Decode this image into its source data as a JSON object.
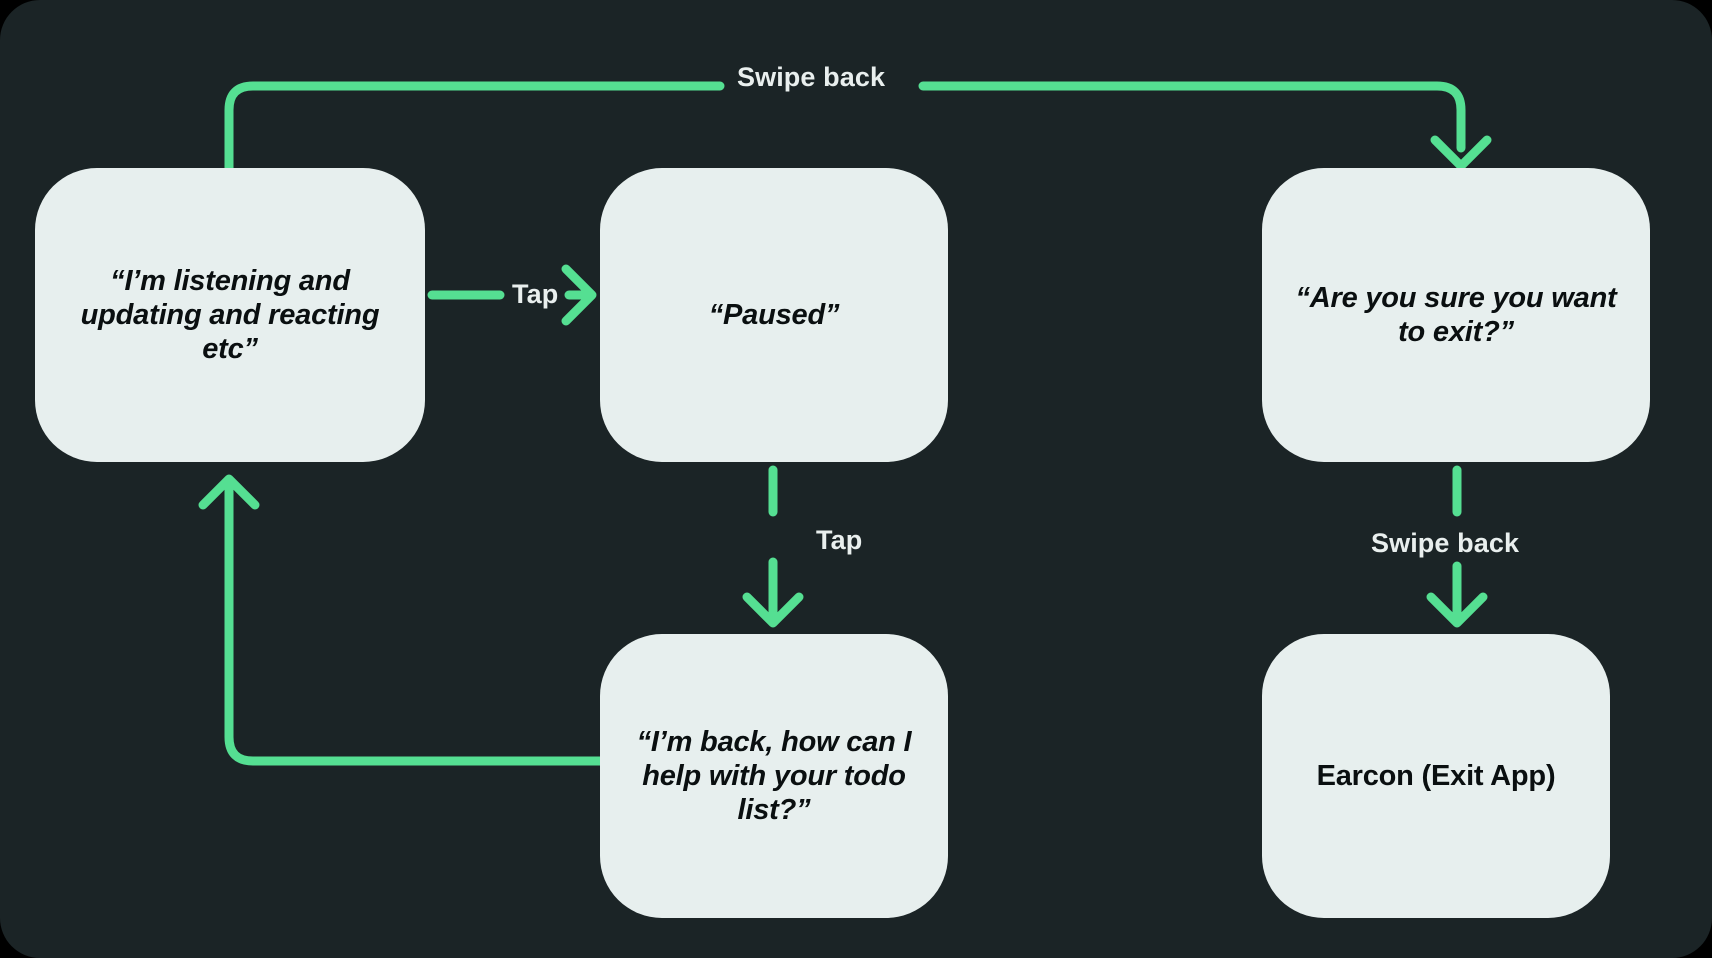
{
  "canvas": {
    "background_color": "#1B2426",
    "accent_color": "#55DF92",
    "card_fill": "#E7EFEE",
    "card_text_color": "#0A0F10",
    "edge_label_color": "#E9EFEE"
  },
  "diagram": {
    "type": "flowchart",
    "nodes": [
      {
        "id": "listening",
        "label": "“I’m listening and updating and reacting etc”"
      },
      {
        "id": "paused",
        "label": "“Paused”"
      },
      {
        "id": "confirm",
        "label": "“Are you sure you want to exit?”"
      },
      {
        "id": "back",
        "label": "“I’m back, how can I help with your todo list?”"
      },
      {
        "id": "earcon",
        "label": "Earcon (Exit App)"
      }
    ],
    "edges": [
      {
        "id": "listening-to-confirm",
        "from": "listening",
        "to": "confirm",
        "label": "Swipe back"
      },
      {
        "id": "listening-to-paused",
        "from": "listening",
        "to": "paused",
        "label": "Tap"
      },
      {
        "id": "paused-to-back",
        "from": "paused",
        "to": "back",
        "label": "Tap"
      },
      {
        "id": "confirm-to-earcon",
        "from": "confirm",
        "to": "earcon",
        "label": "Swipe back"
      },
      {
        "id": "back-to-listening",
        "from": "back",
        "to": "listening",
        "label": ""
      }
    ]
  }
}
